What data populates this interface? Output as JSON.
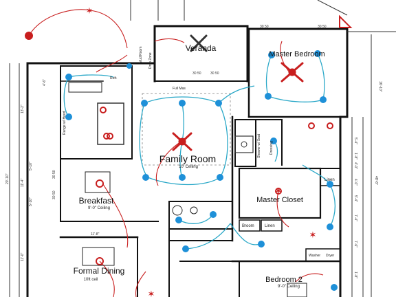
{
  "rooms": {
    "veranda": "Veranda",
    "master_bedroom": "Master Bedroom",
    "family_room": "Family Room",
    "family_room_ceiling": "10' Ceiling",
    "breakfast": "Breakfast",
    "breakfast_ceiling": "9'-0\" Ceiling",
    "master_closet": "Master Closet",
    "formal_dining": "Formal Dining",
    "formal_dining_ceiling": "10ft ceil",
    "bedroom_2": "Bedroom 2",
    "bedroom_2_ceiling": "9'-0\" Ceiling"
  },
  "small_labels": {
    "mud_room": "Mud Room",
    "drop_zone": "Drop Zone",
    "full_mas": "Full Mas",
    "refrigerator": "Refr.",
    "range": "Range w/ Hood",
    "shower": "Shower w/ Seat",
    "dressing": "Dressing",
    "linen_1": "Linen",
    "linen_2": "Linen",
    "broom": "Broom",
    "washer": "Washer",
    "dryer": "Dryer"
  },
  "dimensions": {
    "veranda_w1": "30 50",
    "veranda_w2": "30 50",
    "master_w1": "30 50",
    "master_w2": "30 50",
    "dining_dim": "11'-8\"",
    "breakfast_w1": "30 50",
    "breakfast_w2": "30 50",
    "left_1": "4'-6\"",
    "left_2": "13'-2\"",
    "left_3": "5'-10\"",
    "left_4": "5'-10\"",
    "left_5": "20'-10\"",
    "left_6": "11'-4\"",
    "left_7": "11'-0\"",
    "right_1": "16'-10\"",
    "right_2": "5'-4\"",
    "right_3": "1'-8\"",
    "right_4": "4'-0\"",
    "right_5": "4'-0\"",
    "right_6": "48'-8\"",
    "right_7": "5'-4\"",
    "right_8": "7'-4\"",
    "right_9": "7'-6\"",
    "right_10": "1'-8\""
  },
  "colors": {
    "wire": "#2aa8c8",
    "fixture": "#1e90d8",
    "red_symbol": "#c81e1e"
  }
}
